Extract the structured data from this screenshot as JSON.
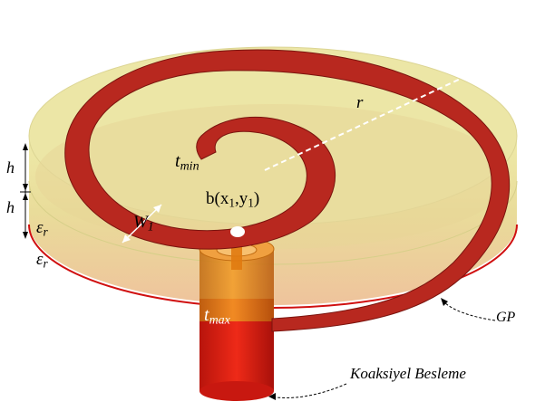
{
  "labels": {
    "r": "r",
    "t_min": "t",
    "t_min_sub": "min",
    "t_max": "t",
    "t_max_sub": "max",
    "w1": "W",
    "w1_sub": "1",
    "feed_point": "b(x",
    "feed_x_sub": "1",
    "feed_mid": ",y",
    "feed_y_sub": "1",
    "feed_end": ")",
    "h_top": "h",
    "h_bottom": "h",
    "eps_top": "ε",
    "eps_top_sub": "r",
    "eps_bottom": "ε",
    "eps_bottom_sub": "r",
    "gp": "GP",
    "coax": "Koaksiyel Besleme"
  },
  "colors": {
    "spiral": "#b8281f",
    "substrate_top": "#e9e4a6",
    "substrate_side_top": "#e8e6a0",
    "substrate_side_bottom": "#f0c8a0",
    "ground_edge": "#d01010",
    "coax_outer": "#e08a10",
    "coax_bottom": "#d81b10"
  }
}
